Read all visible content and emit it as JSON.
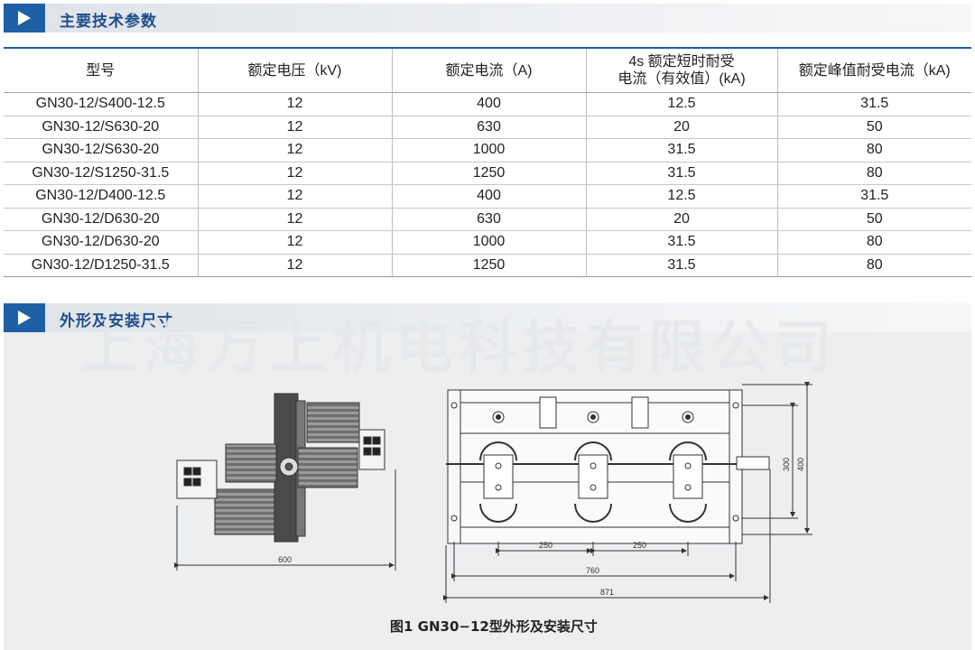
{
  "section1": {
    "title": "主要技术参数"
  },
  "section2": {
    "title": "外形及安装尺寸"
  },
  "table": {
    "headers": [
      "型号",
      "额定电压（kV)",
      "额定电流（A)",
      "4s 额定短时耐受",
      "电流（有效值）(kA)",
      "额定峰值耐受电流（kA)"
    ],
    "rows": [
      [
        "GN30-12/S400-12.5",
        "12",
        "400",
        "12.5",
        "31.5"
      ],
      [
        "GN30-12/S630-20",
        "12",
        "630",
        "20",
        "50"
      ],
      [
        "GN30-12/S630-20",
        "12",
        "1000",
        "31.5",
        "80"
      ],
      [
        "GN30-12/S1250-31.5",
        "12",
        "1250",
        "31.5",
        "80"
      ],
      [
        "GN30-12/D400-12.5",
        "12",
        "400",
        "12.5",
        "31.5"
      ],
      [
        "GN30-12/D630-20",
        "12",
        "630",
        "20",
        "50"
      ],
      [
        "GN30-12/D630-20",
        "12",
        "1000",
        "31.5",
        "80"
      ],
      [
        "GN30-12/D1250-31.5",
        "12",
        "1250",
        "31.5",
        "80"
      ]
    ]
  },
  "watermark": "上海万上机电科技有限公司",
  "drawing": {
    "dims": {
      "side_width": "600",
      "spacing_a": "250",
      "spacing_b": "250",
      "mount_width": "760",
      "overall_width": "871",
      "inner_height": "300",
      "overall_height": "400"
    },
    "caption": "图1 GN30−12型外形及安装尺寸"
  }
}
